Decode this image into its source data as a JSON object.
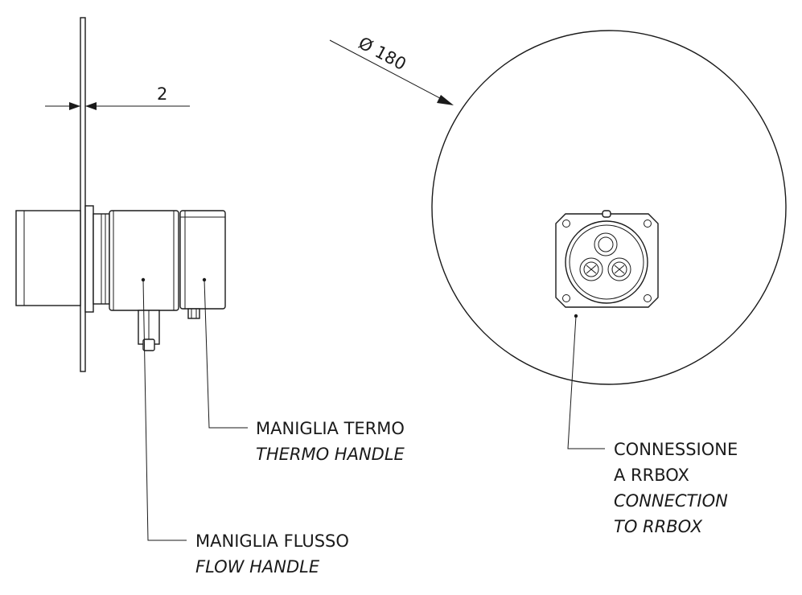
{
  "dimensions": {
    "thickness_value": "2",
    "diameter_value": "Ø 180"
  },
  "callouts": {
    "thermo": {
      "line1": "MANIGLIA TERMO",
      "line2": "THERMO HANDLE"
    },
    "flow": {
      "line1": "MANIGLIA FLUSSO",
      "line2": "FLOW HANDLE"
    },
    "connection": {
      "line1": "CONNESSIONE",
      "line2": "A RRBOX",
      "line3": "CONNECTION",
      "line4": "TO RRBOX"
    }
  }
}
